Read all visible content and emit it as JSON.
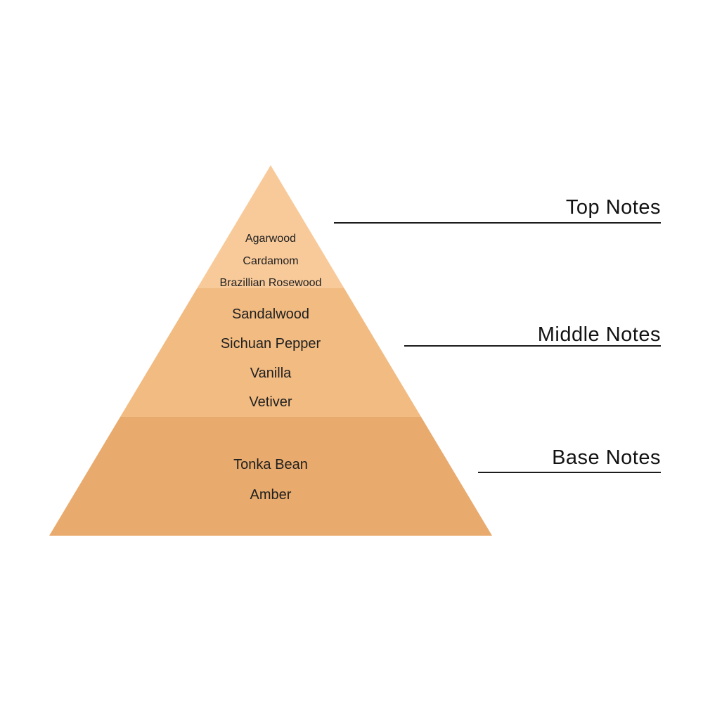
{
  "pyramid": {
    "sections": [
      {
        "id": "top",
        "label": "Top Notes",
        "color": "#f8ca9a",
        "notes": [
          "Agarwood",
          "Cardamom",
          "Brazillian Rosewood"
        ]
      },
      {
        "id": "middle",
        "label": "Middle Notes",
        "color": "#f1bb82",
        "notes": [
          "Sandalwood",
          "Sichuan Pepper",
          "Vanilla",
          "Vetiver"
        ]
      },
      {
        "id": "base",
        "label": "Base Notes",
        "color": "#e9aa6d",
        "notes": [
          "Tonka Bean",
          "Amber"
        ]
      }
    ]
  },
  "colors": {
    "background": "#ffffff",
    "text": "#1f1f1f",
    "rule": "#1c1c1c"
  }
}
